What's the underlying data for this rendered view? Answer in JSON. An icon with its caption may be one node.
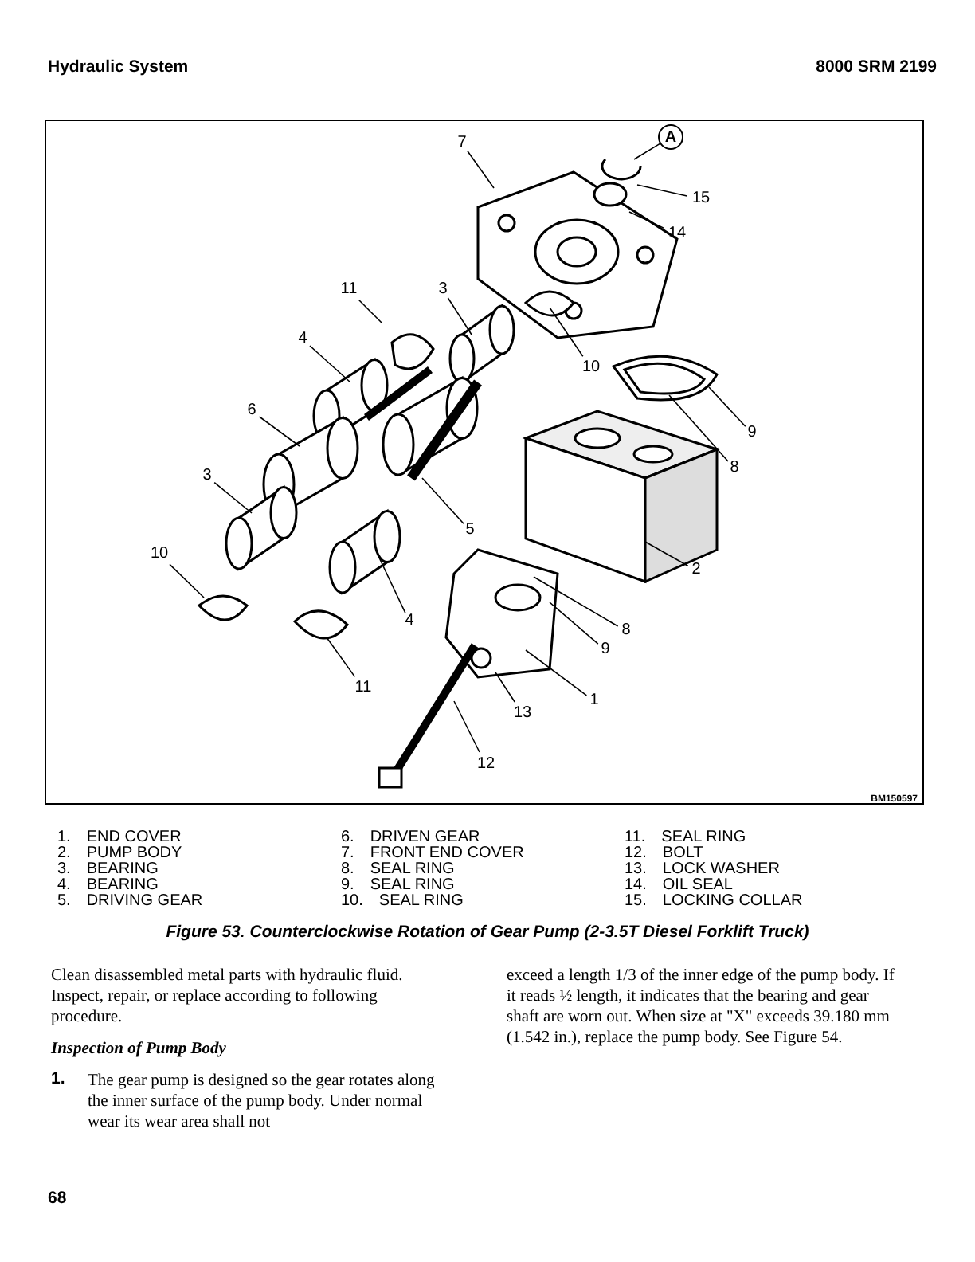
{
  "diagram": {
    "caption": "Figure 53. Counterclockwise Rotation of Gear Pump (2-3.5T Diesel Forklift Truck)",
    "nodes": [
      {
        "text": [
          "7"
        ]
      },
      {
        "text": [
          "A"
        ]
      },
      {
        "text": [
          "15"
        ]
      },
      {
        "text": [
          "14"
        ]
      },
      {
        "text": [
          "11"
        ]
      },
      {
        "text": [
          "3"
        ]
      },
      {
        "text": [
          "4"
        ]
      },
      {
        "text": [
          "10"
        ]
      },
      {
        "text": [
          "6"
        ]
      },
      {
        "text": [
          "9"
        ]
      },
      {
        "text": [
          "8"
        ]
      },
      {
        "text": [
          "3"
        ]
      },
      {
        "text": [
          "5"
        ]
      },
      {
        "text": [
          "2"
        ]
      },
      {
        "text": [
          "10"
        ]
      },
      {
        "text": [
          "4"
        ]
      },
      {
        "text": [
          "9"
        ]
      },
      {
        "text": [
          "8"
        ]
      },
      {
        "text": [
          "11"
        ]
      },
      {
        "text": [
          "1"
        ]
      },
      {
        "text": [
          "13"
        ]
      },
      {
        "text": [
          "12"
        ]
      }
    ],
    "edges": [
      {
        "from": 0,
        "to": null,
        "arrow": "none"
      },
      {
        "from": 1,
        "to": null,
        "arrow": "none"
      },
      {
        "from": 2,
        "to": null,
        "arrow": "none"
      },
      {
        "from": 3,
        "to": null,
        "arrow": "none"
      },
      {
        "from": 4,
        "to": null,
        "arrow": "none"
      },
      {
        "from": 5,
        "to": null,
        "arrow": "none"
      },
      {
        "from": 6,
        "to": null,
        "arrow": "none"
      },
      {
        "from": 7,
        "to": null,
        "arrow": "none"
      },
      {
        "from": 8,
        "to": null,
        "arrow": "none"
      },
      {
        "from": 9,
        "to": null,
        "arrow": "none"
      },
      {
        "from": 10,
        "to": null,
        "arrow": "none"
      },
      {
        "from": 11,
        "to": null,
        "arrow": "none"
      },
      {
        "from": 12,
        "to": null,
        "arrow": "none"
      },
      {
        "from": 13,
        "to": null,
        "arrow": "none"
      },
      {
        "from": 14,
        "to": null,
        "arrow": "none"
      },
      {
        "from": 15,
        "to": null,
        "arrow": "none"
      },
      {
        "from": 16,
        "to": null,
        "arrow": "none"
      },
      {
        "from": 17,
        "to": null,
        "arrow": "none"
      },
      {
        "from": 18,
        "to": null,
        "arrow": "none"
      },
      {
        "from": 19,
        "to": null,
        "arrow": "none"
      },
      {
        "from": 20,
        "to": null,
        "arrow": "none"
      },
      {
        "from": 21,
        "to": null,
        "arrow": "none"
      }
    ],
    "labels": [
      "Hydraulic System",
      "8000 SRM 2199",
      "BM150597",
      "1. END COVER",
      "2. PUMP BODY",
      "3. BEARING",
      "4. BEARING",
      "5. DRIVING GEAR",
      "6. DRIVEN GEAR",
      "7. FRONT END COVER",
      "8. SEAL RING",
      "9. SEAL RING",
      "10. SEAL RING",
      "11. SEAL RING",
      "12. BOLT",
      "13. LOCK WASHER",
      "14. OIL SEAL",
      "15. LOCKING COLLAR",
      "Clean disassembled metal parts with hydraulic fluid. Inspect, repair, or replace according to following procedure.",
      "Inspection of Pump Body",
      "1.",
      "The gear pump is designed so the gear rotates along the inner surface of the pump body. Under normal wear its wear area shall not",
      "exceed a length 1/3 of the inner edge of the pump body. If it reads ½ length, it indicates that the bearing and gear shaft are worn out. When size at \"X\" exceeds 39.180 mm (1.542 in.), replace the pump body. See Figure 54.",
      "68"
    ]
  }
}
